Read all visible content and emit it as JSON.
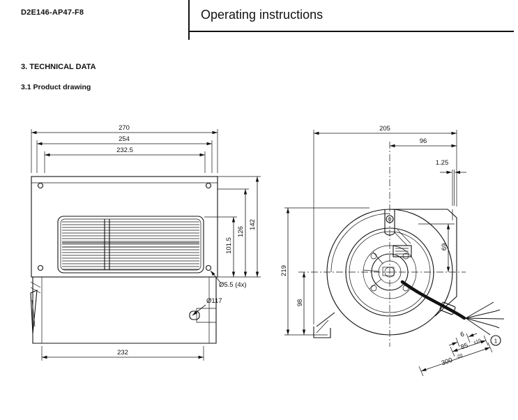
{
  "header": {
    "model": "D2E146-AP47-F8",
    "title": "Operating instructions"
  },
  "section": {
    "title": "3. TECHNICAL DATA",
    "subtitle": "3.1 Product drawing"
  },
  "front_view": {
    "dim_width_outer": "270",
    "dim_width_mid": "254",
    "dim_width_inner": "232.5",
    "dim_height_inner": "101.5",
    "dim_height_mid": "126",
    "dim_height_outer": "142",
    "dim_width_bottom": "232",
    "note_mounting_holes": "Ø5.5 (4x)",
    "note_inlet_diameter": "Ø117"
  },
  "side_view": {
    "dim_depth": "205",
    "dim_center_to_edge": "96",
    "dim_flange_gap": "1.25",
    "dim_center_to_top": "69",
    "dim_height": "219",
    "dim_center_to_bottom": "98",
    "dim_cable_length": "300",
    "dim_cable_length_tol": "-20",
    "dim_strip_length": "85",
    "dim_strip_length_tol": "±10",
    "dim_wire_length": "6",
    "callout_cable": "1"
  }
}
